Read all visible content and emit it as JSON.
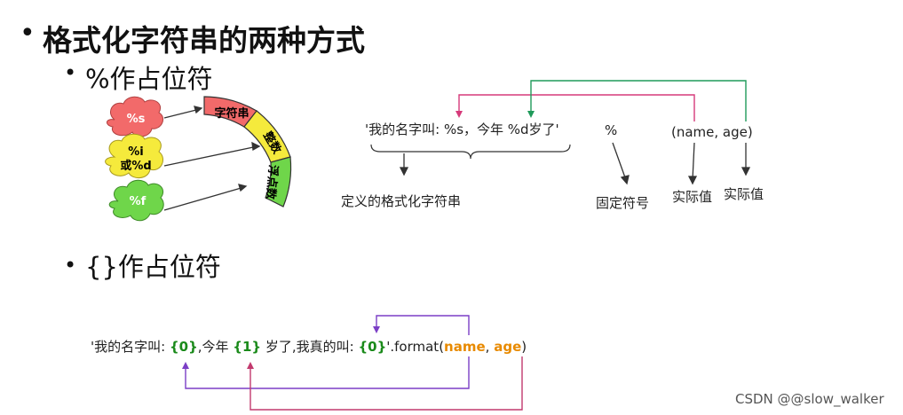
{
  "title": "格式化字符串的两种方式",
  "sections": {
    "percent_heading": "%作占位符",
    "brace_heading": "{}作占位符"
  },
  "bullets": {
    "main": "•",
    "sub": "•"
  },
  "clouds": [
    {
      "label_line1": "%s",
      "label_line2": "",
      "color": "#f26a6a"
    },
    {
      "label_line1": "%i",
      "label_line2": "或%d",
      "color": "#f5ea3c"
    },
    {
      "label_line1": "%f",
      "label_line2": "",
      "color": "#6fd64a"
    }
  ],
  "arc_segments": [
    {
      "label": "字符串",
      "color": "#f26a6a"
    },
    {
      "label": "整数",
      "color": "#f5ea3c"
    },
    {
      "label": "浮点数",
      "color": "#6fd64a"
    }
  ],
  "percent_example": {
    "format_string": "'我的名字叫: %s，今年  %d岁了'",
    "operator": "%",
    "args": "(name,    age)",
    "label_format": "定义的格式化字符串",
    "label_operator": "固定符号",
    "label_value1": "实际值",
    "label_value2": "实际值",
    "color_name_arrow": "#d63a7a",
    "color_age_arrow": "#1f9a5a"
  },
  "brace_example": {
    "part1": "'我的名字叫: ",
    "ph0": "{0}",
    "part2": ",今年 ",
    "ph1": "{1}",
    "part3": " 岁了,我真的叫:  ",
    "ph0b": "{0}",
    "part4": "'.format(",
    "arg_name": "name",
    "sep": ",    ",
    "arg_age": "age",
    "close": ")",
    "color_name_arrow": "#7b3fc6",
    "color_age_arrow": "#c23a6e"
  },
  "watermark": "CSDN @@slow_walker"
}
